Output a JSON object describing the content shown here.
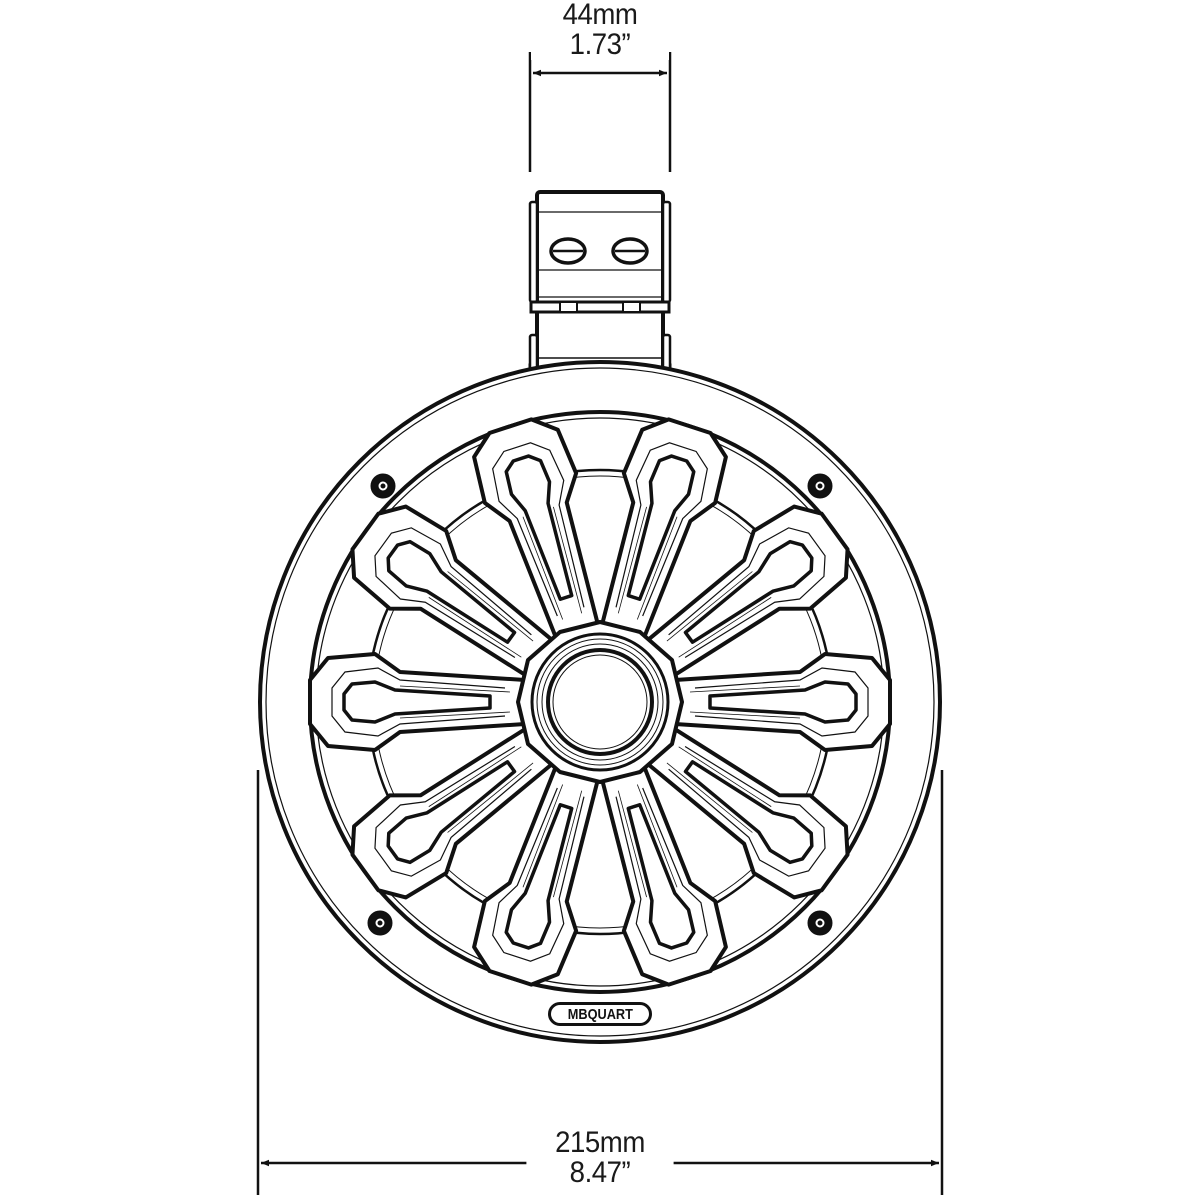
{
  "diagram": {
    "type": "technical-dimension-drawing",
    "subject": "marine wakeboard tower speaker pod, front view",
    "stroke_color": "#111111",
    "background_color": "#ffffff"
  },
  "dimensions": {
    "mount_width": {
      "metric": "44mm",
      "imperial": "1.73”"
    },
    "overall_diameter": {
      "metric": "215mm",
      "imperial": "8.47”"
    }
  },
  "brand": {
    "logo_text": "MBQUART"
  }
}
